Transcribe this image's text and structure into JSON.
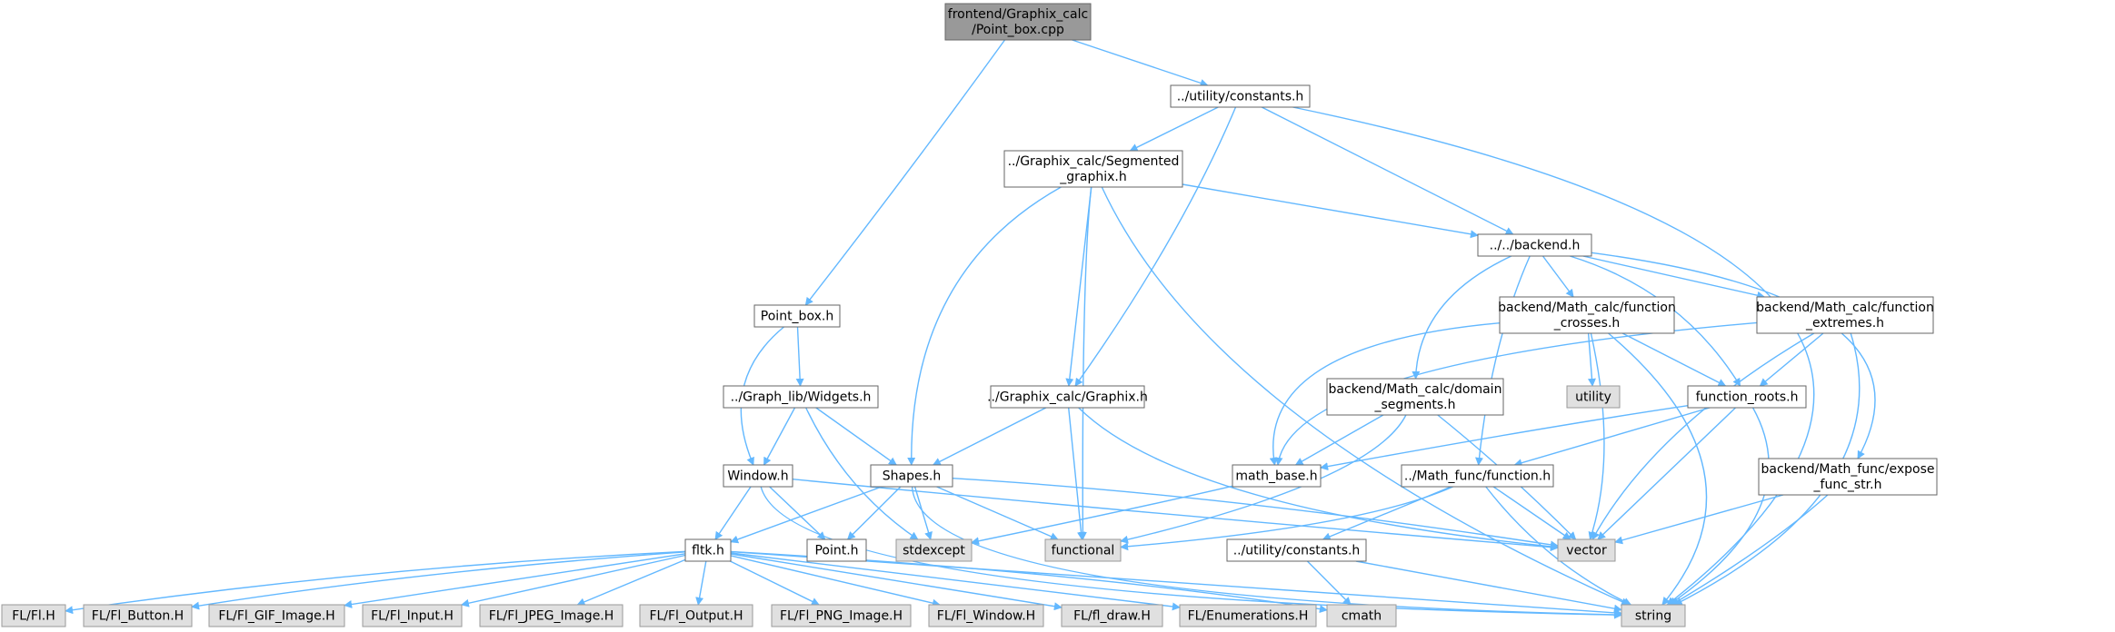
{
  "colors": {
    "edge": "#63b8ff",
    "node_border": "#666666",
    "node_fill": "#ffffff",
    "root_fill": "#999999",
    "system_fill": "#e0e0e0",
    "system_border": "#999999"
  },
  "nodes": [
    {
      "id": "root",
      "kind": "root",
      "lines": [
        "frontend/Graphix_calc",
        "/Point_box.cpp"
      ]
    },
    {
      "id": "constants",
      "kind": "file",
      "lines": [
        "../utility/constants.h"
      ]
    },
    {
      "id": "segmented",
      "kind": "file",
      "lines": [
        "../Graphix_calc/Segmented",
        "_graphix.h"
      ]
    },
    {
      "id": "backend",
      "kind": "file",
      "lines": [
        "../../backend.h"
      ]
    },
    {
      "id": "pointbox",
      "kind": "file",
      "lines": [
        "Point_box.h"
      ]
    },
    {
      "id": "crosses",
      "kind": "file",
      "lines": [
        "backend/Math_calc/function",
        "_crosses.h"
      ]
    },
    {
      "id": "extremes",
      "kind": "file",
      "lines": [
        "backend/Math_calc/function",
        "_extremes.h"
      ]
    },
    {
      "id": "widgets",
      "kind": "file",
      "lines": [
        "../Graph_lib/Widgets.h"
      ]
    },
    {
      "id": "graphix",
      "kind": "file",
      "lines": [
        "../Graphix_calc/Graphix.h"
      ]
    },
    {
      "id": "domain",
      "kind": "file",
      "lines": [
        "backend/Math_calc/domain",
        "_segments.h"
      ]
    },
    {
      "id": "utility",
      "kind": "system",
      "lines": [
        "utility"
      ]
    },
    {
      "id": "roots",
      "kind": "file",
      "lines": [
        "function_roots.h"
      ]
    },
    {
      "id": "window",
      "kind": "file",
      "lines": [
        "Window.h"
      ]
    },
    {
      "id": "shapes",
      "kind": "file",
      "lines": [
        "Shapes.h"
      ]
    },
    {
      "id": "mathbase",
      "kind": "file",
      "lines": [
        "math_base.h"
      ]
    },
    {
      "id": "function",
      "kind": "file",
      "lines": [
        "../Math_func/function.h"
      ]
    },
    {
      "id": "expose",
      "kind": "file",
      "lines": [
        "backend/Math_func/expose",
        "_func_str.h"
      ]
    },
    {
      "id": "fltk",
      "kind": "file",
      "lines": [
        "fltk.h"
      ]
    },
    {
      "id": "pointh",
      "kind": "file",
      "lines": [
        "Point.h"
      ]
    },
    {
      "id": "stdexcept",
      "kind": "system",
      "lines": [
        "stdexcept"
      ]
    },
    {
      "id": "functional",
      "kind": "system",
      "lines": [
        "functional"
      ]
    },
    {
      "id": "vector",
      "kind": "system",
      "lines": [
        "vector"
      ]
    },
    {
      "id": "constants2",
      "kind": "file",
      "lines": [
        "../utility/constants.h"
      ]
    },
    {
      "id": "flfl",
      "kind": "system",
      "lines": [
        "FL/Fl.H"
      ]
    },
    {
      "id": "flbutton",
      "kind": "system",
      "lines": [
        "FL/Fl_Button.H"
      ]
    },
    {
      "id": "flgif",
      "kind": "system",
      "lines": [
        "FL/Fl_GIF_Image.H"
      ]
    },
    {
      "id": "flinput",
      "kind": "system",
      "lines": [
        "FL/Fl_Input.H"
      ]
    },
    {
      "id": "fljpeg",
      "kind": "system",
      "lines": [
        "FL/Fl_JPEG_Image.H"
      ]
    },
    {
      "id": "floutput",
      "kind": "system",
      "lines": [
        "FL/Fl_Output.H"
      ]
    },
    {
      "id": "flpng",
      "kind": "system",
      "lines": [
        "FL/Fl_PNG_Image.H"
      ]
    },
    {
      "id": "flwindow",
      "kind": "system",
      "lines": [
        "FL/Fl_Window.H"
      ]
    },
    {
      "id": "fldraw",
      "kind": "system",
      "lines": [
        "FL/fl_draw.H"
      ]
    },
    {
      "id": "flenum",
      "kind": "system",
      "lines": [
        "FL/Enumerations.H"
      ]
    },
    {
      "id": "cmath",
      "kind": "system",
      "lines": [
        "cmath"
      ]
    },
    {
      "id": "string",
      "kind": "system",
      "lines": [
        "string"
      ]
    }
  ]
}
